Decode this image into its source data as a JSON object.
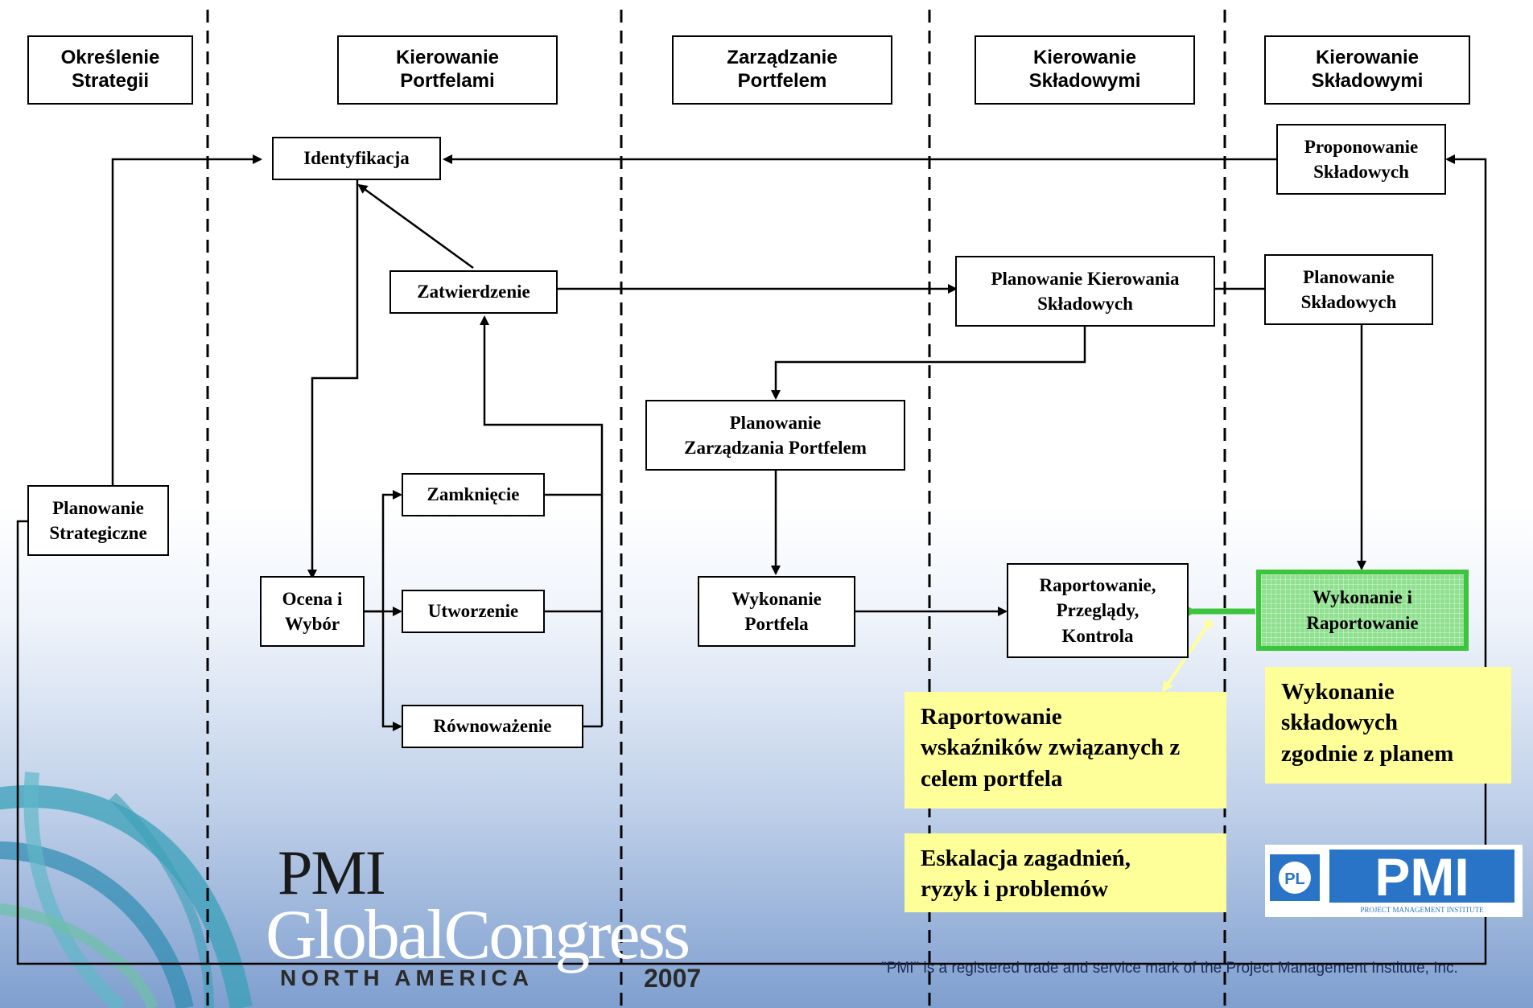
{
  "swimlanes": [
    "Określenie\nStrategii",
    "Kierowanie\nPortfelami",
    "Zarządzanie\nPortfelem",
    "Kierowanie\nSkładowymi",
    "Kierowanie\nSkładowymi"
  ],
  "boxes": {
    "identyfikacja": "Identyfikacja",
    "zatwierdzenie": "Zatwierdzenie",
    "zamkniecie": "Zamknięcie",
    "utworzenie": "Utworzenie",
    "rownowazenie": "Równoważenie",
    "ocena": "Ocena i\nWybór",
    "planowanie_strategiczne": "Planowanie\nStrategiczne",
    "planowanie_zarzadzania": "Planowanie\nZarządzania Portfelem",
    "wykonanie_portfela": "Wykonanie\nPortfela",
    "planowanie_kierowania": "Planowanie Kierowania\nSkładowych",
    "raportowanie": "Raportowanie,\nPrzeglądy,\nKontrola",
    "proponowanie": "Proponowanie\nSkładowych",
    "planowanie_skladowych": "Planowanie\nSkładowych",
    "wykonanie_raportowanie": "Wykonanie i\nRaportowanie"
  },
  "notes": {
    "raportowanie_wskaznikow": "Raportowanie\nwskaźników związanych z\ncelem portfela",
    "eskalacja": "Eskalacja zagadnień,\nryzyk i problemów",
    "wykonanie_skladowych": "Wykonanie\nskładowych\nzgodnie z planem"
  },
  "branding": {
    "pmi": "PMI",
    "global_congress": "GlobalCongress",
    "north_america": "NORTH AMERICA",
    "year": "2007",
    "trademark": "\"PMI\" is a registered trade and service mark of the Project Management Institute, Inc.",
    "logo_small": "PL",
    "logo_text": "PMI",
    "logo_caption": "PROJECT MANAGEMENT INSTITUTE"
  },
  "colors": {
    "green_border": "#3cc43c",
    "green_fill": "#8fe08f",
    "note_yellow": "#ffff99",
    "logo_blue": "#2a74c8",
    "background_blue": "#7f9fcf"
  }
}
